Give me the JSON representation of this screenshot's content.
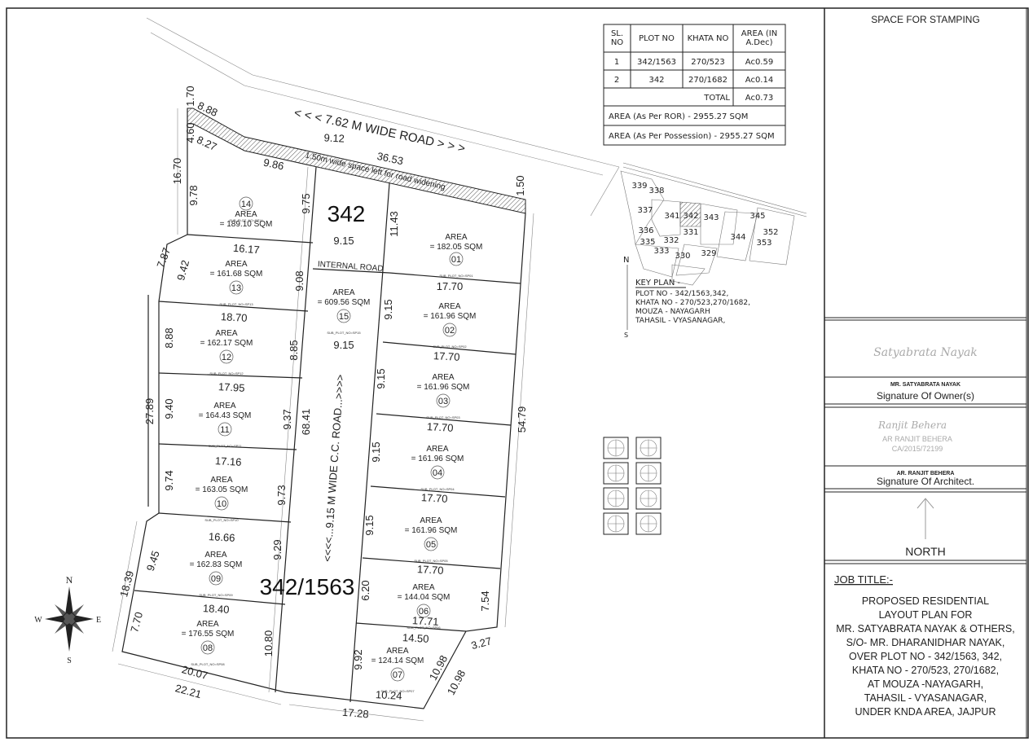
{
  "table": {
    "headers": [
      "SL. NO",
      "PLOT NO",
      "KHATA NO",
      "AREA (IN A.Dec)"
    ],
    "rows": [
      [
        "1",
        "342/1563",
        "270/523",
        "Ac0.59"
      ],
      [
        "2",
        "342",
        "270/1682",
        "Ac0.14"
      ]
    ],
    "total_label": "TOTAL",
    "total_value": "Ac0.73",
    "area_ror": "AREA (As Per ROR) - 2955.27 SQM",
    "area_possession": "AREA (As Per Possession) - 2955.27 SQM"
  },
  "roads": {
    "main_road": "< < < 7.62 M WIDE ROAD > > >",
    "widening": "1.50m wide space left for road widening",
    "internal_road": "INTERNAL ROAD",
    "cc_road": "<<<<...9.15 M  WIDE C.C. ROAD...>>>>"
  },
  "plot_numbers": {
    "p342": "342",
    "p1563": "342/1563"
  },
  "plots": [
    {
      "no": "01",
      "area_label": "AREA",
      "area": "= 182.05 SQM",
      "sub": "SUB_PLOT_NO=SP01"
    },
    {
      "no": "02",
      "area_label": "AREA",
      "area": "= 161.96 SQM",
      "sub": "SUB_PLOT_NO=SP02"
    },
    {
      "no": "03",
      "area_label": "AREA",
      "area": "= 161.96 SQM",
      "sub": "SUB_PLOT_NO=SP03"
    },
    {
      "no": "04",
      "area_label": "AREA",
      "area": "= 161.96 SQM",
      "sub": "SUB_PLOT_NO=SP04"
    },
    {
      "no": "05",
      "area_label": "AREA",
      "area": "= 161.96 SQM",
      "sub": "SUB_PLOT_NO=SP05"
    },
    {
      "no": "06",
      "area_label": "AREA",
      "area": "= 144.04 SQM",
      "sub": "SUB_PLOT_NO=SP06"
    },
    {
      "no": "07",
      "area_label": "AREA",
      "area": "= 124.14 SQM",
      "sub": "SUB_PLOT_NO=SP07"
    },
    {
      "no": "08",
      "area_label": "AREA",
      "area": "= 176.55 SQM",
      "sub": "SUB_PLOT_NO=SP08"
    },
    {
      "no": "09",
      "area_label": "AREA",
      "area": "= 162.83 SQM",
      "sub": "SUB_PLOT_NO=SP09"
    },
    {
      "no": "10",
      "area_label": "AREA",
      "area": "= 163.05 SQM",
      "sub": "SUB_PLOT_NO=SP10"
    },
    {
      "no": "11",
      "area_label": "AREA",
      "area": "= 164.43 SQM",
      "sub": "SUB_PLOT_NO=SP11"
    },
    {
      "no": "12",
      "area_label": "AREA",
      "area": "= 162.17 SQM",
      "sub": "SUB_PLOT_NO=SP12"
    },
    {
      "no": "13",
      "area_label": "AREA",
      "area": "= 161.68 SQM",
      "sub": "SUB_PLOT_NO=SP13"
    },
    {
      "no": "14",
      "area_label": "AREA",
      "area": "= 189.10 SQM",
      "sub": "SUB_PLOT_NO=SP14"
    },
    {
      "no": "15",
      "area_label": "AREA",
      "area": "= 609.56 SQM",
      "sub": "SUB_PLOT_NO=SP15"
    }
  ],
  "dimensions": [
    "1.70",
    "8.88",
    "4.60",
    "8.27",
    "16.70",
    "9.78",
    "9.86",
    "9.12",
    "36.53",
    "1.50",
    "9.75",
    "11.43",
    "9.15",
    "16.17",
    "7.87",
    "9.42",
    "9.08",
    "17.70",
    "9.15",
    "18.70",
    "8.88",
    "8.85",
    "9.15",
    "17.70",
    "9.15",
    "17.95",
    "27.89",
    "9.40",
    "9.37",
    "68.41",
    "17.70",
    "9.15",
    "54.79",
    "17.16",
    "9.74",
    "9.73",
    "17.70",
    "9.15",
    "16.66",
    "9.45",
    "18.39",
    "9.29",
    "17.70",
    "7.54",
    "18.40",
    "17.71",
    "7.70",
    "10.80",
    "14.50",
    "3.27",
    "10.98",
    "10.98",
    "9.92",
    "20.07",
    "22.21",
    "10.24",
    "17.28",
    "6.20"
  ],
  "key_plan": {
    "plots": [
      "339",
      "338",
      "337",
      "341",
      "342",
      "343",
      "345",
      "336",
      "331",
      "335",
      "332",
      "344",
      "352",
      "353",
      "333",
      "330",
      "329"
    ],
    "north": "N",
    "south": "S",
    "title": "KEY PLAN -",
    "lines": [
      "PLOT NO -    342/1563,342,",
      "KHATA NO - 270/523,270/1682,",
      "MOUZA -  NAYAGARH",
      "TAHASIL - VYASANAGAR,"
    ]
  },
  "compass": {
    "n": "N",
    "s": "S",
    "e": "E",
    "w": "W"
  },
  "right_panel": {
    "stamping": "SPACE FOR STAMPING",
    "owner_signature": "Satyabrata Nayak",
    "owner_name": "MR. SATYABRATA NAYAK",
    "owner_caption": "Signature Of Owner(s)",
    "architect_signature": "Ranjit Behera",
    "architect_stamp_name": "AR RANJIT BEHERA",
    "architect_stamp_reg": "CA/2015/72199",
    "architect_name": "AR. RANJIT BEHERA",
    "architect_caption": "Signature Of Architect.",
    "north": "NORTH",
    "job_title_label": "JOB TITLE:-",
    "job_title_lines": [
      "PROPOSED RESIDENTIAL",
      "LAYOUT PLAN FOR",
      "MR. SATYABRATA NAYAK & OTHERS,",
      "S/O- MR. DHARANIDHAR NAYAK,",
      "OVER PLOT NO - 342/1563, 342,",
      "KHATA NO -  270/523, 270/1682,",
      "AT MOUZA -NAYAGARH,",
      "TAHASIL - VYASANAGAR,",
      "UNDER KNDA AREA, JAJPUR"
    ]
  }
}
